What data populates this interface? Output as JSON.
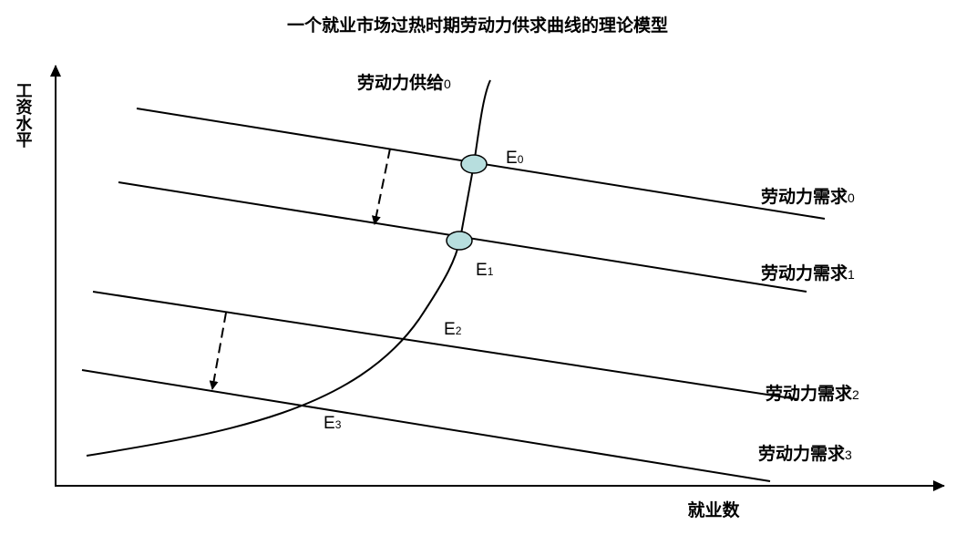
{
  "title": "一个就业市场过热时期劳动力供求曲线的理论模型",
  "y_axis_label": "工资水平",
  "x_axis_label": "就业数",
  "supply": {
    "label": "劳动力供给",
    "index": "0"
  },
  "demand": [
    {
      "label": "劳动力需求",
      "index": "0"
    },
    {
      "label": "劳动力需求",
      "index": "1"
    },
    {
      "label": "劳动力需求",
      "index": "2"
    },
    {
      "label": "劳动力需求",
      "index": "3"
    }
  ],
  "equilibria": [
    {
      "label": "E",
      "index": "0"
    },
    {
      "label": "E",
      "index": "1"
    },
    {
      "label": "E",
      "index": "2"
    },
    {
      "label": "E",
      "index": "3"
    }
  ],
  "colors": {
    "equilibrium_fill": "#b7dede",
    "line": "#000000"
  }
}
